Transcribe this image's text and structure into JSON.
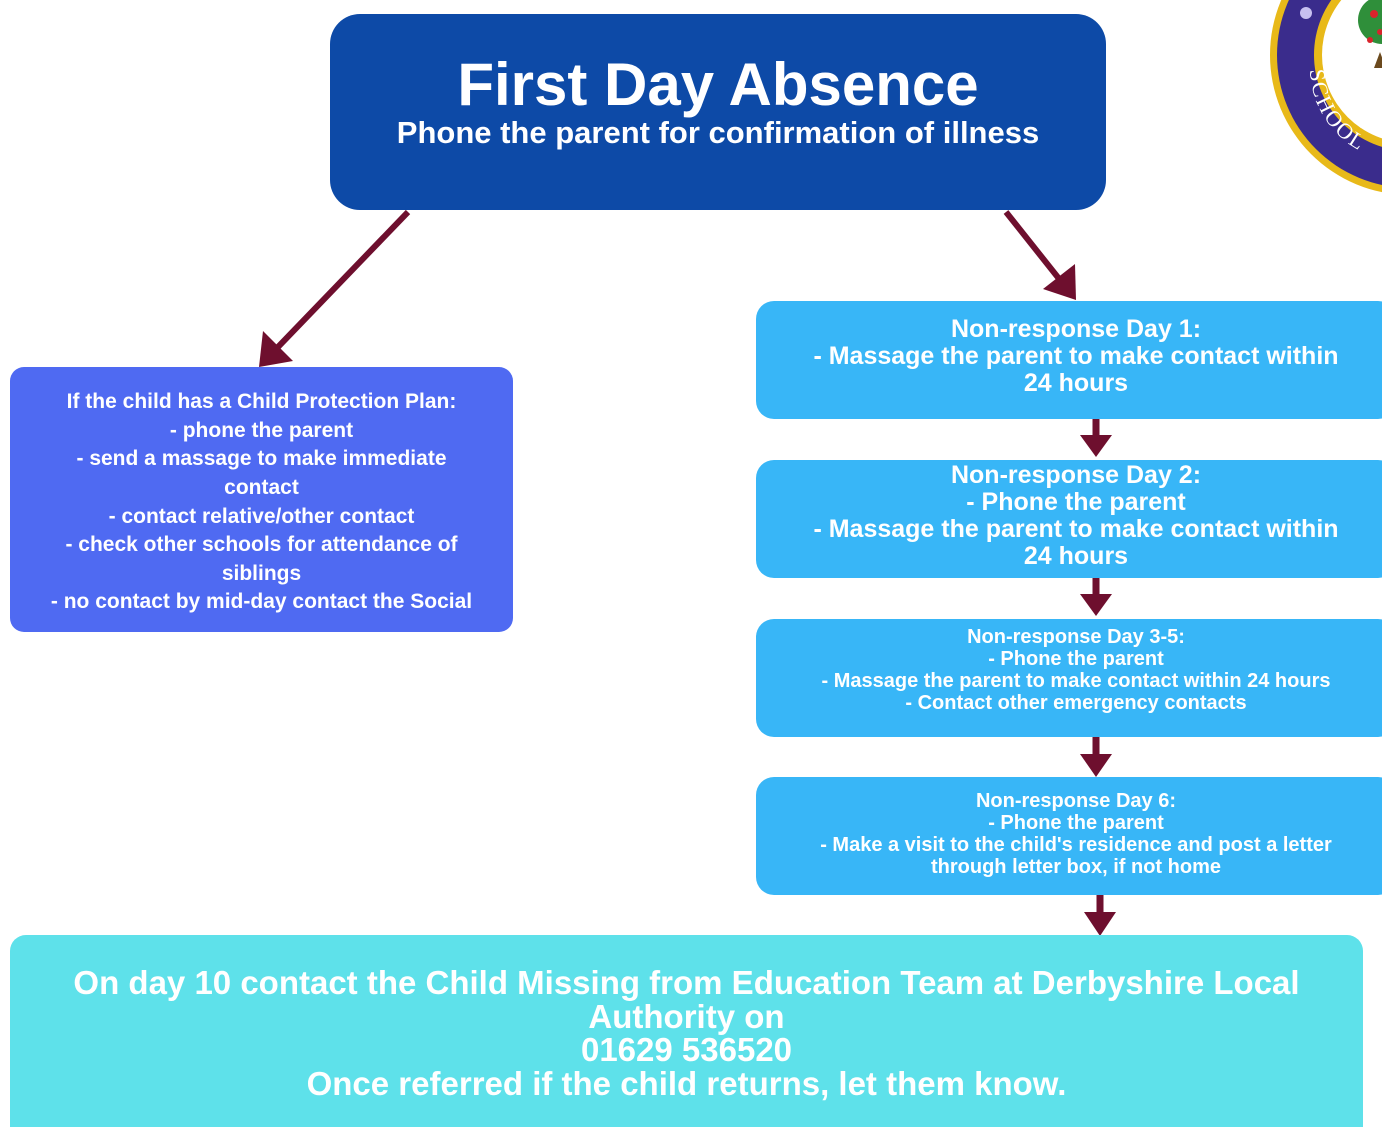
{
  "title": {
    "main": "First Day Absence",
    "sub": "Phone the parent for confirmation of illness"
  },
  "child_protection": {
    "lines": [
      "If the child has a Child Protection Plan:",
      "- phone the parent",
      "- send a massage to make immediate",
      "contact",
      "- contact relative/other contact",
      "- check other schools for attendance of",
      "siblings",
      "- no contact by mid-day contact the Social"
    ]
  },
  "day1": {
    "lines": [
      "Non-response Day 1:",
      "- Massage the parent to make contact within",
      "24 hours"
    ]
  },
  "day2": {
    "lines": [
      "Non-response Day 2:",
      "- Phone the parent",
      "- Massage the parent to make contact within",
      "24 hours"
    ]
  },
  "day3_5": {
    "lines": [
      "Non-response Day 3-5:",
      "- Phone the parent",
      "- Massage the parent to make contact within 24 hours",
      "- Contact other emergency contacts"
    ]
  },
  "day6": {
    "lines": [
      "Non-response Day 6:",
      "- Phone the parent",
      "- Make a visit to the child's residence and post a letter",
      "through letter box, if not home"
    ]
  },
  "final": {
    "lines": [
      "On day 10 contact the Child Missing from Education Team at Derbyshire Local",
      "Authority on",
      "01629 536520",
      "Once referred if the child returns, let them know."
    ]
  },
  "logo": {
    "text": "SCHOOL"
  },
  "colors": {
    "title_box": "#0d4aa7",
    "protection_box": "#4f6af2",
    "day_boxes": "#38b6f7",
    "final_box": "#5ee1ea",
    "arrows": "#6e0f2e"
  }
}
